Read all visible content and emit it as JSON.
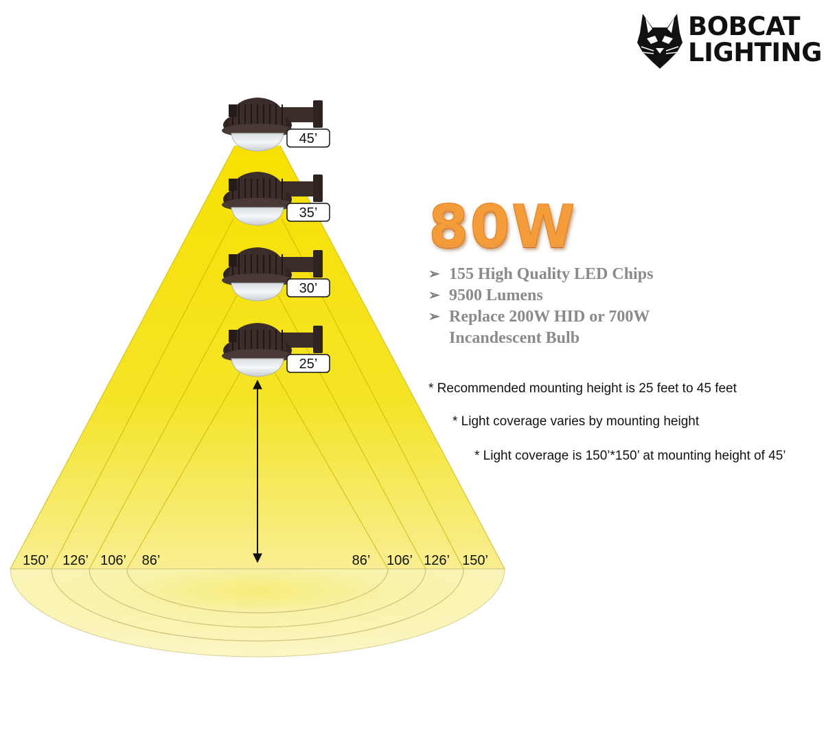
{
  "brand": {
    "line1": "BOBCAT",
    "line2": "LIGHTING"
  },
  "diagram": {
    "fixtures": [
      {
        "height_ft": 45,
        "label": "45’"
      },
      {
        "height_ft": 35,
        "label": "35’"
      },
      {
        "height_ft": 30,
        "label": "30’"
      },
      {
        "height_ft": 25,
        "label": "25’"
      }
    ],
    "coverage_labels_left": [
      "150’",
      "126’",
      "106’",
      "86’"
    ],
    "coverage_labels_right": [
      "86’",
      "106’",
      "126’",
      "150’"
    ]
  },
  "specs": {
    "wattage": "80W",
    "features": [
      {
        "text": "155 High Quality LED Chips"
      },
      {
        "text": "9500 Lumens"
      },
      {
        "text": "Replace 200W HID or 700W",
        "continuation": "Incandescent Bulb"
      }
    ]
  },
  "notes": [
    "* Recommended mounting height is 25 feet to 45 feet",
    "* Light coverage varies by mounting height",
    "* Light coverage is 150’*150’ at mounting height of 45’"
  ],
  "colors": {
    "beam_yellow": "#f3e21a",
    "beam_light": "#fbf6bf",
    "fixture_body": "#3b2d29",
    "wattage_orange": "#f49b3a",
    "feature_gray": "#8a8a8a"
  }
}
